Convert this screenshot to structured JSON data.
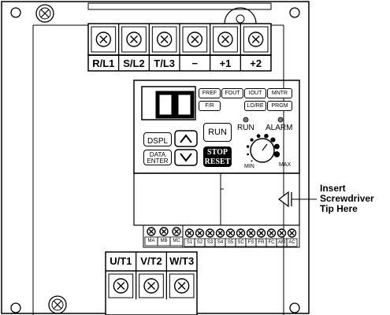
{
  "top_terminals": [
    "R/L1",
    "S/L2",
    "T/L3",
    "−",
    "+1",
    "+2"
  ],
  "bottom_terminals": [
    "U/T1",
    "V/T2",
    "W/T3"
  ],
  "display": {
    "digits": "0.0"
  },
  "indicator_tags": {
    "row1": [
      "FREF",
      "FOUT",
      "IOUT",
      "MNTR"
    ],
    "row2": [
      "F/R",
      "LO/RE",
      "PRGM"
    ]
  },
  "buttons": {
    "dspl": "DSPL",
    "data_enter_line1": "DATA",
    "data_enter_line2": "ENTER",
    "run": "RUN",
    "stop_line1": "STOP",
    "stop_line2": "RESET"
  },
  "leds": {
    "run": "RUN",
    "alarm": "ALARM"
  },
  "dial": {
    "min": "MIN",
    "max": "MAX"
  },
  "relay_terminals": [
    "MA",
    "MB",
    "MC"
  ],
  "control_terminals": [
    "S1",
    "S2",
    "S3",
    "S4",
    "S5",
    "SC",
    "FS",
    "FR",
    "FC",
    "AM",
    "AC"
  ],
  "callout": {
    "line1": "Insert",
    "line2": "Screwdriver",
    "line3": "Tip Here"
  }
}
